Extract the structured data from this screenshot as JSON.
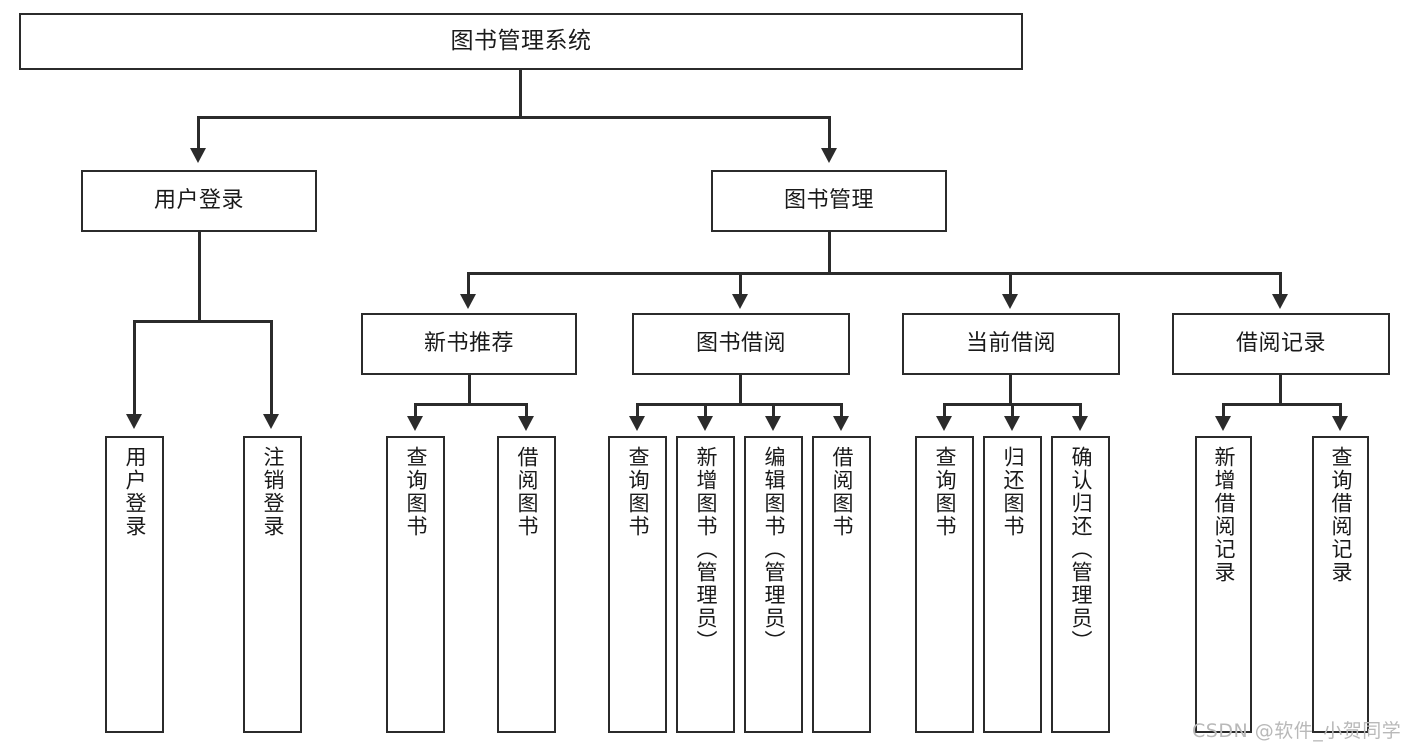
{
  "diagram": {
    "type": "tree-hierarchy-chart",
    "title": "图书管理系统",
    "levels": {
      "level1": [
        {
          "id": "root",
          "label": "图书管理系统"
        }
      ],
      "level2": [
        {
          "id": "user-login",
          "label": "用户登录"
        },
        {
          "id": "book-management",
          "label": "图书管理"
        }
      ],
      "level3": [
        {
          "id": "new-book-recommend",
          "label": "新书推荐"
        },
        {
          "id": "book-borrow",
          "label": "图书借阅"
        },
        {
          "id": "current-borrow",
          "label": "当前借阅"
        },
        {
          "id": "borrow-record",
          "label": "借阅记录"
        }
      ],
      "level4": [
        {
          "id": "leaf-user-login",
          "label": "用户登录",
          "parent": "user-login"
        },
        {
          "id": "leaf-logout",
          "label": "注销登录",
          "parent": "user-login"
        },
        {
          "id": "leaf-query-book-1",
          "label": "查询图书",
          "parent": "new-book-recommend"
        },
        {
          "id": "leaf-borrow-book-1",
          "label": "借阅图书",
          "parent": "new-book-recommend"
        },
        {
          "id": "leaf-query-book-2",
          "label": "查询图书",
          "parent": "book-borrow"
        },
        {
          "id": "leaf-add-book",
          "label": "新增图书（管理员）",
          "parent": "book-borrow"
        },
        {
          "id": "leaf-edit-book",
          "label": "编辑图书（管理员）",
          "parent": "book-borrow"
        },
        {
          "id": "leaf-borrow-book-2",
          "label": "借阅图书",
          "parent": "book-borrow"
        },
        {
          "id": "leaf-query-book-3",
          "label": "查询图书",
          "parent": "current-borrow"
        },
        {
          "id": "leaf-return-book",
          "label": "归还图书",
          "parent": "current-borrow"
        },
        {
          "id": "leaf-confirm-return",
          "label": "确认归还（管理员）",
          "parent": "current-borrow"
        },
        {
          "id": "leaf-add-record",
          "label": "新增借阅记录",
          "parent": "borrow-record"
        },
        {
          "id": "leaf-query-record",
          "label": "查询借阅记录",
          "parent": "borrow-record"
        }
      ]
    }
  },
  "watermark": {
    "text": "CSDN @软件_小贺同学"
  },
  "colors": {
    "stroke": "#2b2b2b",
    "background": "#ffffff",
    "text": "#1a1a1a",
    "watermark": "#b9b9b9"
  }
}
